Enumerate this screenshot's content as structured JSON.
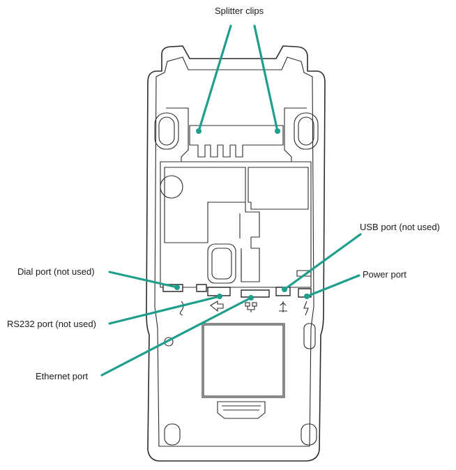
{
  "accent_color": "#1f9e8c",
  "labels": {
    "splitter_clips": "Splitter clips",
    "usb_port": "USB port (not used)",
    "dial_port": "Dial port (not used)",
    "power_port": "Power port",
    "rs232_port": "RS232 port (not used)",
    "ethernet_port": "Ethernet port"
  }
}
